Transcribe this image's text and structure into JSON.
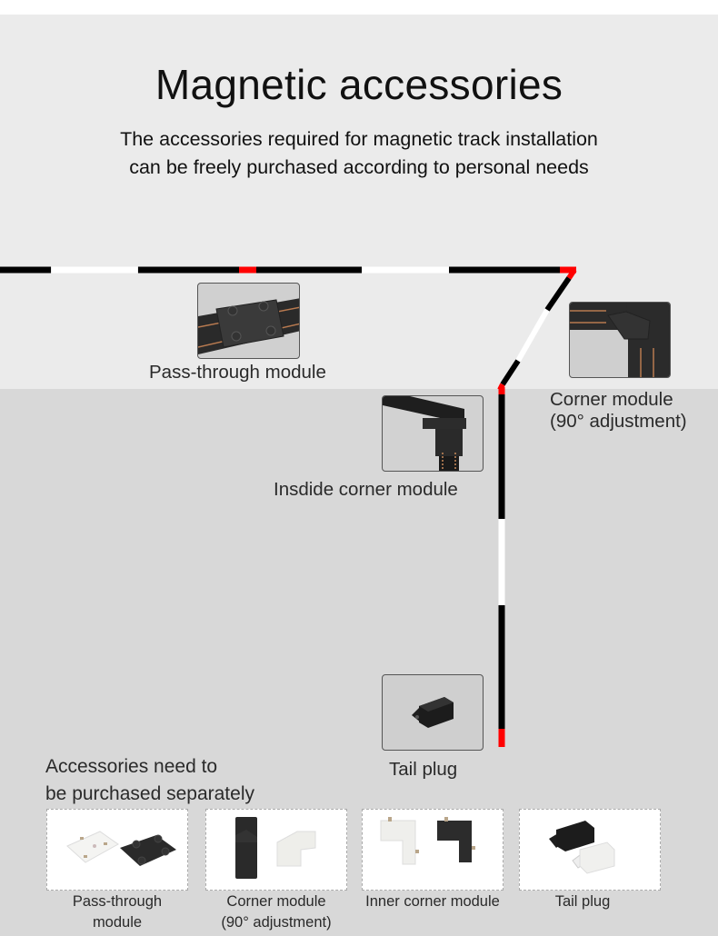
{
  "header": {
    "title": "Magnetic accessories",
    "subtitle_line1": "The accessories required for magnetic track installation",
    "subtitle_line2": "can be freely purchased according to personal needs"
  },
  "diagram": {
    "modules": [
      {
        "label": "Pass-through module",
        "icon": "pass-through-module-photo"
      },
      {
        "label_line1": "Corner module",
        "label_line2": "(90° adjustment)",
        "icon": "corner-module-photo"
      },
      {
        "label": "Insdide corner module",
        "icon": "inside-corner-module-photo"
      },
      {
        "label": "Tail plug",
        "icon": "tail-plug-photo"
      }
    ],
    "colors": {
      "track_black": "#000000",
      "track_white": "#ffffff",
      "connector_red": "#ff0000"
    }
  },
  "separate": {
    "title_line1": "Accessories need to",
    "title_line2": "be purchased separately",
    "items": [
      {
        "label_line1": "Pass-through",
        "label_line2": "module"
      },
      {
        "label_line1": "Corner module",
        "label_line2": "(90° adjustment)"
      },
      {
        "label_line1": "Inner corner module",
        "label_line2": ""
      },
      {
        "label_line1": "Tail plug",
        "label_line2": ""
      }
    ]
  }
}
